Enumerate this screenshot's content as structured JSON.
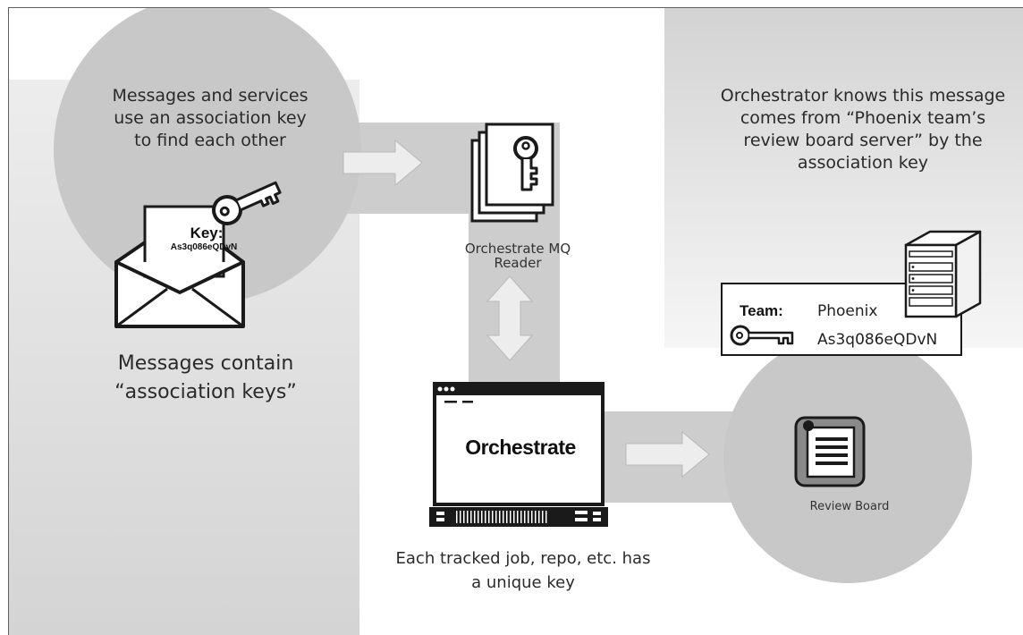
{
  "left_circle": {
    "text": "Messages and services use an association key to find each other"
  },
  "envelope": {
    "key_label": "Key:",
    "key_value": "As3q086eQDvN",
    "icon": "envelope-icon"
  },
  "left_caption": "Messages contain “association keys”",
  "mq_reader": {
    "label": "Orchestrate MQ Reader",
    "icon": "key-document-stack-icon"
  },
  "orchestrate": {
    "title": "Orchestrate",
    "caption": "Each tracked job, repo, etc. has a unique key",
    "icon": "app-window-icon"
  },
  "right_caption": "Orchestrator knows this message comes from “Phoenix team’s review board server” by the association key",
  "team_card": {
    "team_label": "Team:",
    "team_name": "Phoenix",
    "key_value": "As3q086eQDvN",
    "icon": "key-icon"
  },
  "server": {
    "icon": "server-icon"
  },
  "review_board": {
    "label": "Review Board",
    "icon": "review-board-icon"
  },
  "colors": {
    "panel_gray": "#dcdcdc",
    "circle_gray": "#c7c7c7",
    "arrow_fill": "#ececec",
    "ink": "#1a1a1a"
  }
}
